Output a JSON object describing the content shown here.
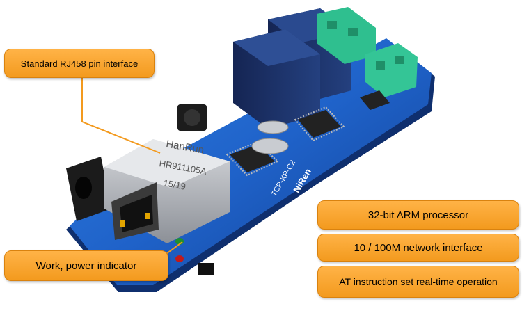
{
  "callouts": {
    "rj45": "Standard RJ458 pin interface",
    "arm": "32-bit ARM processor",
    "network": "10 / 100M network interface",
    "indicator": "Work, power indicator",
    "at": "AT instruction set real-time operation"
  },
  "board": {
    "jack_brand": "HanRun",
    "jack_model": "HR911105A",
    "jack_date": "15/19",
    "model_silk": "TCP-KP-C2",
    "brand_silk": "NiRen"
  },
  "colors": {
    "pcb": "#1f5fc4",
    "relay": "#1a2f6b",
    "terminal": "#2fbf8f",
    "callout": "#f39a1e"
  }
}
